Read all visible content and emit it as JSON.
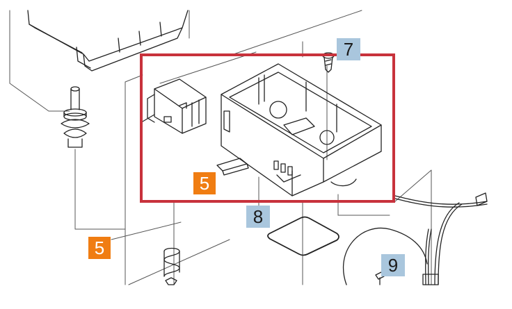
{
  "callouts": {
    "five_a": "5",
    "five_b": "5",
    "seven": "7",
    "eight": "8",
    "nine": "9"
  },
  "colors": {
    "highlight_frame": "#c8323c",
    "badge_orange": "#f07d12",
    "badge_blue": "#a9c6dd",
    "line": "#222222",
    "leader": "#555555"
  },
  "icons": [
    "cover-housing",
    "terminal-connector",
    "junction-box",
    "screw",
    "spring",
    "gasket",
    "cable-harness",
    "stud-assembly"
  ]
}
